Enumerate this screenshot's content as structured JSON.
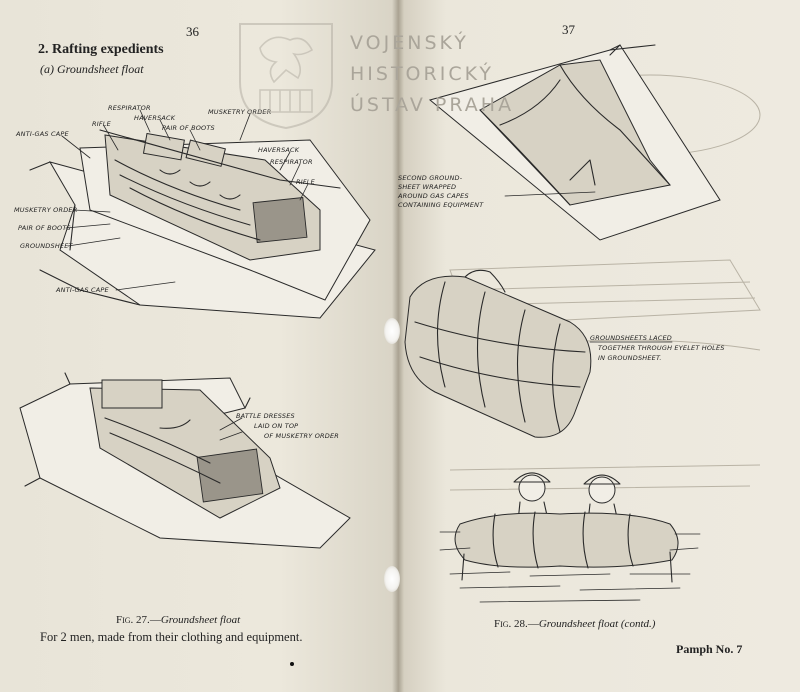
{
  "left_page": {
    "page_number": "36",
    "heading": "2. Rafting expedients",
    "subheading": "(a) Groundsheet float",
    "fig27_labels": {
      "respirator": "Respirator",
      "haversack": "Haversack",
      "pair_of_boots": "Pair of Boots",
      "musketry_order": "Musketry Order",
      "rifle": "Rifle",
      "anti_gas_cape": "Anti-Gas Cape",
      "haversack_2": "Haversack",
      "respirator_2": "Respirator",
      "rifle_2": "Rifle",
      "musketry_order_2": "Musketry order",
      "pair_of_boots_2": "Pair of Boots",
      "groundsheet": "Groundsheet",
      "anti_gas_cape_2": "Anti-Gas Cape"
    },
    "fig27b_labels": {
      "battle_dresses": "Battle Dresses",
      "laid_on_top": "laid on top",
      "of_musketry_order": "of Musketry order"
    },
    "caption": {
      "number": "Fig. 27.",
      "title": "Groundsheet float",
      "note": "For 2 men, made from their clothing and equipment."
    }
  },
  "right_page": {
    "page_number": "37",
    "fig28_labels": {
      "second_groundsheet_1": "Second Ground-",
      "second_groundsheet_2": "sheet wrapped",
      "second_groundsheet_3": "around gas capes",
      "second_groundsheet_4": "containing equipment",
      "laced_1": "Groundsheets laced",
      "laced_2": "together through eyelet holes",
      "laced_3": "in groundsheet."
    },
    "caption": {
      "number": "Fig. 28.",
      "title": "Groundsheet float (contd.)"
    },
    "footer": "Pamph No. 7"
  },
  "watermark": {
    "line1": "VOJENSKÝ",
    "line2": "HISTORICKÝ",
    "line3": "ÚSTAV PRAHA",
    "emblem": "heraldic-lion-shield"
  },
  "colors": {
    "paper": "#ebe7db",
    "ink": "#222222",
    "watermark": "#aaa59a"
  }
}
